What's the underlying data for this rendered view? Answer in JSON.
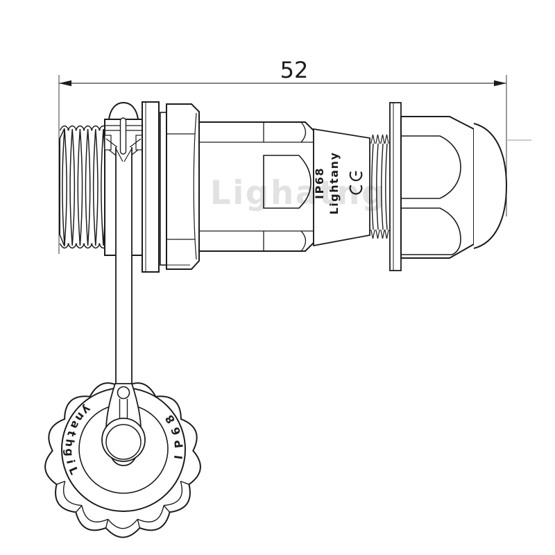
{
  "drawing": {
    "dimension_label": "52",
    "marking_line1": "IP68",
    "marking_line2": "Lightany",
    "ce_mark": "CE",
    "cap_brand_text": "Lightany",
    "cap_rating_text": "IP68",
    "watermark_text": "Lighatng",
    "colors": {
      "line": "#1c1c1c",
      "dimension_line": "#3a3a3a",
      "watermark": "#e2e2e2",
      "background": "#ffffff"
    }
  }
}
